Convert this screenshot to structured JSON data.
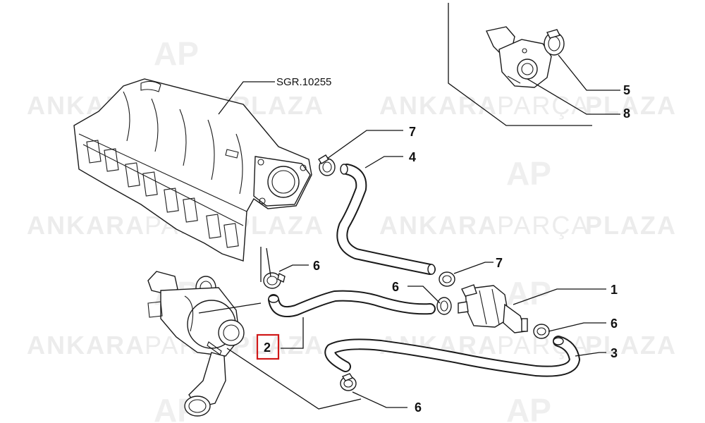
{
  "watermark": {
    "brand_left": "ANKARA",
    "brand_mid": "PARÇA",
    "brand_right": "PLAZA"
  },
  "reference_code": "SGR.10255",
  "callouts": [
    {
      "id": "label-1",
      "text": "1"
    },
    {
      "id": "label-2",
      "text": "2",
      "highlighted": true
    },
    {
      "id": "label-3",
      "text": "3"
    },
    {
      "id": "label-4",
      "text": "4"
    },
    {
      "id": "label-5",
      "text": "5"
    },
    {
      "id": "label-6a",
      "text": "6"
    },
    {
      "id": "label-6b",
      "text": "6"
    },
    {
      "id": "label-6c",
      "text": "6"
    },
    {
      "id": "label-6d",
      "text": "6"
    },
    {
      "id": "label-7a",
      "text": "7"
    },
    {
      "id": "label-7b",
      "text": "7"
    },
    {
      "id": "label-8",
      "text": "8"
    }
  ],
  "colors": {
    "line": "#111111",
    "watermark": "#ececec",
    "highlight": "#d01818"
  }
}
